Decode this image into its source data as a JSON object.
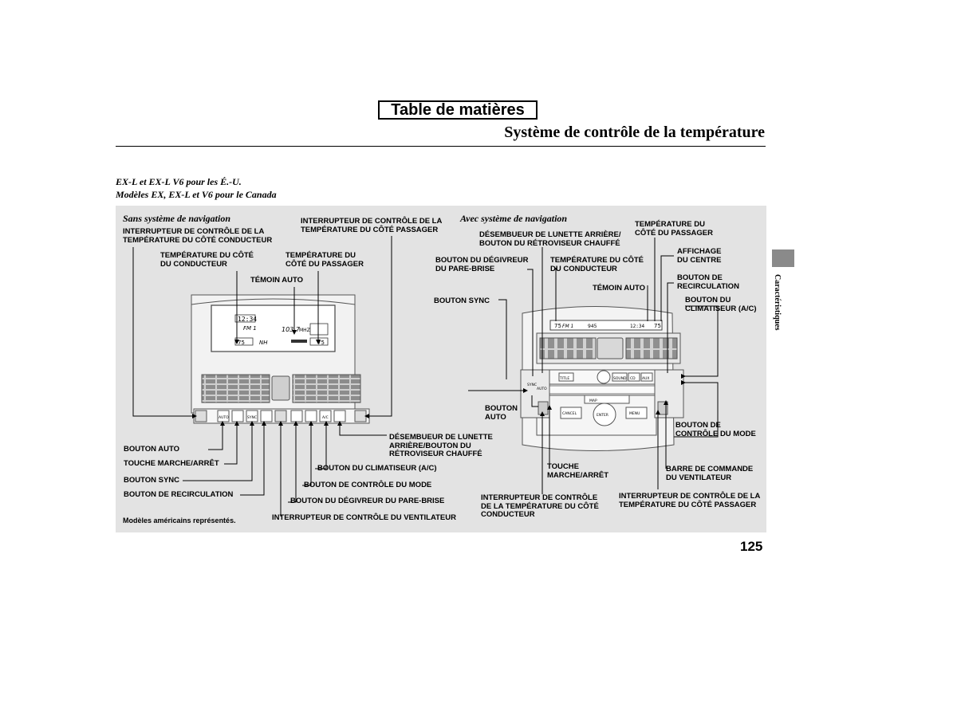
{
  "header": {
    "toc_button": "Table de matières",
    "section_title": "Système de contrôle de la température"
  },
  "subheads": [
    "EX-L et EX-L V6 pour les É.-U.",
    "Modèles EX, EX-L et V6 pour le Canada"
  ],
  "panel": {
    "left_caption": "Sans système de navigation",
    "right_caption": "Avec système de navigation",
    "footnote": "Modèles américains représentés."
  },
  "left_labels": {
    "driver_temp_switch": "INTERRUPTEUR DE CONTRÔLE DE LA\nTEMPÉRATURE DU CÔTÉ CONDUCTEUR",
    "passenger_temp_switch": "INTERRUPTEUR DE CONTRÔLE DE LA\nTEMPÉRATURE DU CÔTÉ PASSAGER",
    "driver_temp": "TEMPÉRATURE DU CÔTÉ\nDU CONDUCTEUR",
    "passenger_temp": "TEMPÉRATURE DU\nCÔTÉ DU PASSAGER",
    "auto_indicator": "TÉMOIN AUTO",
    "auto_button": "BOUTON AUTO",
    "on_off": "TOUCHE MARCHE/ARRÊT",
    "sync": "BOUTON SYNC",
    "recirc": "BOUTON DE RECIRCULATION",
    "rear_defrost": "DÉSEMBUEUR DE LUNETTE\nARRIÈRE/BOUTON DU\nRÉTROVISEUR CHAUFFÉ",
    "ac": "BOUTON DU CLIMATISEUR (A/C)",
    "mode": "BOUTON DE CONTRÔLE DU MODE",
    "windshield": "BOUTON DU DÉGIVREUR DU PARE-BRISE",
    "fan": "INTERRUPTEUR DE CONTRÔLE DU VENTILATEUR"
  },
  "right_labels": {
    "passenger_temp": "TEMPÉRATURE DU\nCÔTÉ DU PASSAGER",
    "rear_defrost": "DÉSEMBUEUR DE LUNETTE ARRIÈRE/\nBOUTON DU RÉTROVISEUR CHAUFFÉ",
    "center_display": "AFFICHAGE\nDU CENTRE",
    "windshield": "BOUTON DU DÉGIVREUR\nDU PARE-BRISE",
    "driver_temp": "TEMPÉRATURE DU CÔTÉ\nDU CONDUCTEUR",
    "recirc": "BOUTON DE\nRECIRCULATION",
    "auto_indicator": "TÉMOIN AUTO",
    "ac": "BOUTON DU\nCLIMATISEUR (A/C)",
    "sync": "BOUTON SYNC",
    "auto_button": "BOUTON\nAUTO",
    "mode": "BOUTON DE\nCONTRÔLE DU MODE",
    "on_off": "TOUCHE\nMARCHE/ARRÊT",
    "fan_bar": "BARRE DE COMMANDE\nDU VENTILATEUR",
    "driver_temp_switch": "INTERRUPTEUR DE CONTRÔLE\nDE LA TEMPÉRATURE DU CÔTÉ\nCONDUCTEUR",
    "passenger_temp_switch": "INTERRUPTEUR DE CONTRÔLE DE LA\nTEMPÉRATURE DU CÔTÉ PASSAGER"
  },
  "left_display": {
    "clock": "12:34",
    "band": "FM 1",
    "freq": "103.7",
    "unit": "MHZ",
    "temp_left": "75",
    "temp_right": "75",
    "nav_text": "NH",
    "buttons": [
      "AUTO",
      "SYNC",
      "A/C"
    ]
  },
  "right_display": {
    "band": "FM 1",
    "freq": "945",
    "clock": "12:34",
    "temp_left": "75",
    "temp_right": "75",
    "buttons": [
      "TITLE",
      "SOUND",
      "CD",
      "AUX",
      "MAP",
      "CANCEL",
      "ENTER",
      "MENU",
      "AUTO",
      "SYNC"
    ]
  },
  "sidebar": {
    "tab_text": "Caractéristiques"
  },
  "page_number": "125"
}
